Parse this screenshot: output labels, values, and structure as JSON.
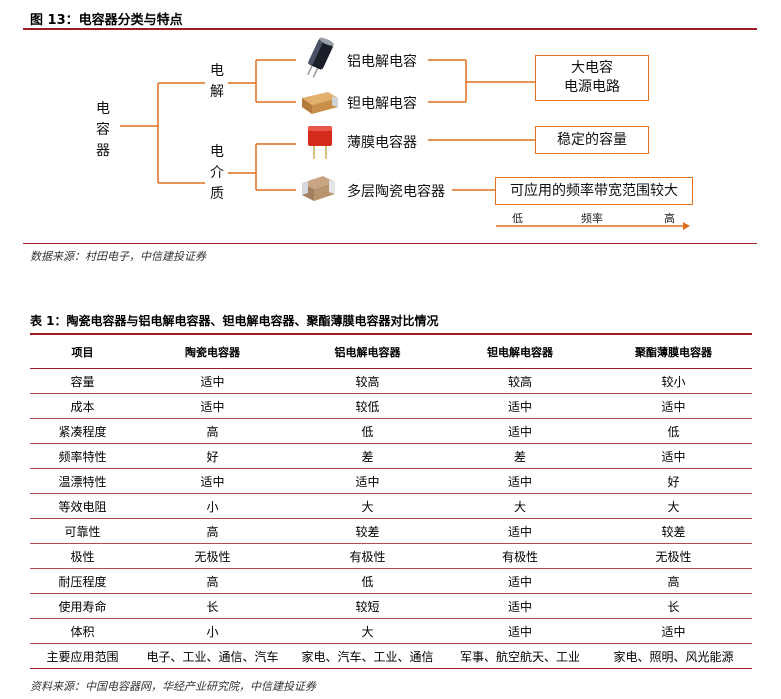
{
  "figure": {
    "title": "图 13：电容器分类与特点",
    "root_label": [
      "电",
      "容",
      "器"
    ],
    "branch_electrolytic": [
      "电",
      "解"
    ],
    "branch_dielectric": [
      "电",
      "介",
      "质"
    ],
    "items": [
      {
        "label": "铝电解电容",
        "icon": "aluminum-capacitor-icon"
      },
      {
        "label": "钽电解电容",
        "icon": "tantalum-capacitor-icon"
      },
      {
        "label": "薄膜电容器",
        "icon": "film-capacitor-icon"
      },
      {
        "label": "多层陶瓷电容器",
        "icon": "mlcc-icon"
      }
    ],
    "box_electrolytic": [
      "大电容",
      "电源电路"
    ],
    "box_film": "稳定的容量",
    "box_mlcc": "可应用的频率带宽范围较大",
    "freq_axis": {
      "low": "低",
      "mid": "频率",
      "high": "高"
    },
    "colors": {
      "accent": "#e06f1e",
      "rule": "#9b1c23"
    },
    "source": "数据来源：村田电子，中信建投证券"
  },
  "table": {
    "title": "表 1：陶瓷电容器与铝电解电容器、钽电解电容器、聚酯薄膜电容器对比情况",
    "headers": [
      "项目",
      "陶瓷电容器",
      "铝电解电容器",
      "钽电解电容器",
      "聚酯薄膜电容器"
    ],
    "rows": [
      [
        "容量",
        "适中",
        "较高",
        "较高",
        "较小"
      ],
      [
        "成本",
        "适中",
        "较低",
        "适中",
        "适中"
      ],
      [
        "紧凑程度",
        "高",
        "低",
        "适中",
        "低"
      ],
      [
        "频率特性",
        "好",
        "差",
        "差",
        "适中"
      ],
      [
        "温漂特性",
        "适中",
        "适中",
        "适中",
        "好"
      ],
      [
        "等效电阻",
        "小",
        "大",
        "大",
        "大"
      ],
      [
        "可靠性",
        "高",
        "较差",
        "适中",
        "较差"
      ],
      [
        "极性",
        "无极性",
        "有极性",
        "有极性",
        "无极性"
      ],
      [
        "耐压程度",
        "高",
        "低",
        "适中",
        "高"
      ],
      [
        "使用寿命",
        "长",
        "较短",
        "适中",
        "长"
      ],
      [
        "体积",
        "小",
        "大",
        "适中",
        "适中"
      ],
      [
        "主要应用范围",
        "电子、工业、通信、汽车",
        "家电、汽车、工业、通信",
        "军事、航空航天、工业",
        "家电、照明、风光能源"
      ]
    ],
    "source": "资料来源：中国电容器网，华经产业研究院，中信建投证券"
  }
}
